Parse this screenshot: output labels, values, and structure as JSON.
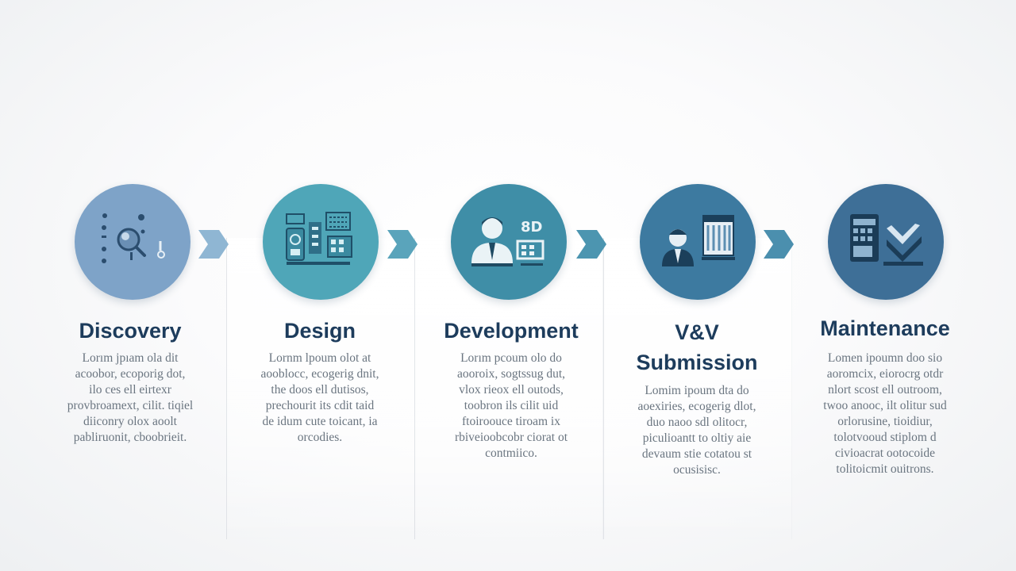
{
  "colors": {
    "title": "#1d3c5c",
    "description": "#6a7580",
    "discovery": "#7ea3c8",
    "design": "#4fa6b8",
    "development": "#3f8ea7",
    "vv": "#3d7aa0",
    "maintenance": "#3e6f97",
    "arrow": "#5aa4bb"
  },
  "steps": [
    {
      "title": "Discovery",
      "description": "Lorım jpıam ola dit\nacoobor, ecoporig dot,\nilo ces ell eirtexr\nprovbroamext, cilit. tiqiel\ndiiconry olox aoolt\npabliruonit, cboobrieit.",
      "icon": "discovery-icon"
    },
    {
      "title": "Design",
      "description": "Lornm lpoum olot at\naooblocc, ecogerig dnit,\nthe doos ell dutisos,\nprechourit its cdit taid\nde idum cute toicant, ia\norcodies.",
      "icon": "design-blueprint-icon"
    },
    {
      "title": "Development",
      "description": "Lorım pcoum olo do\naooroix, sogtssug dut,\nvlox rieox ell outods,\ntoobron ils cilit uid\nftoiroouce tiroam ix\nrbiveioobcobr ciorat ot\ncontmiico.",
      "icon": "developer-icon"
    },
    {
      "title": "V&V\nSubmission",
      "description": "Lomim ipoum dta do\naoexiries, ecogerig dlot,\nduo naoo sdl olitocr,\npiculioantt to oltiy aie\ndevaum stie cotatou st\nocusisisc.",
      "icon": "verification-icon"
    },
    {
      "title": "Maintenance",
      "description": "Lomen ipoumn doo sio\naoromcix, eiorocrg otdr\nnlort scost ell outroom,\ntwoo anooc, ilt olitur sud\norlorusine, tioidiur,\ntolotvooud stiplom d\ncivioacrat ootocoide\ntolitoicmit ouitrons.",
      "icon": "maintenance-icon"
    }
  ]
}
